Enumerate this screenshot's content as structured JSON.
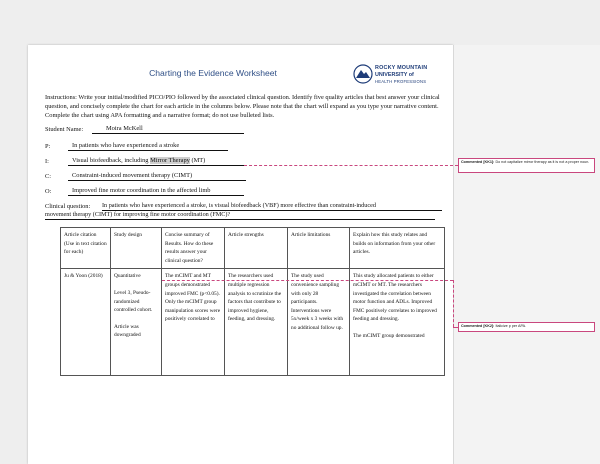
{
  "document": {
    "title": "Charting the Evidence Worksheet",
    "logo": {
      "line1": "ROCKY MOUNTAIN",
      "line2": "UNIVERSITY of",
      "line3": "HEALTH PROFESSIONS"
    },
    "instructions": "Instructions: Write your initial/modified PICO/PIO followed by the associated clinical question.  Identify five quality articles that best answer your clinical question, and concisely complete the chart for each article in the columns below. Please note that the chart will expand as you type your narrative content.  Complete the chart using APA formatting and a narrative format; do not use bulleted lists.",
    "student_name_label": "Student Name:",
    "student_name": "Moira McKell",
    "pico": [
      {
        "label": "P:",
        "value": "In patients who have experienced a stroke"
      },
      {
        "label": "I:",
        "value_before": "Visual biofeedback, including ",
        "value_highlight": "Mirror Therapy",
        "value_after": " (MT)"
      },
      {
        "label": "C:",
        "value": "Constraint-induced movement therapy (CIMT)"
      },
      {
        "label": "O:",
        "value": "Improved fine motor coordination in the affected limb"
      }
    ],
    "clinical_question_label": "Clinical question:",
    "clinical_question_line1": "In patients who have experienced a stroke, is visual biofeedback (VBF) more effective than constraint-induced",
    "clinical_question_line2": "movement therapy (CIMT) for improving fine motor coordination (FMC)?"
  },
  "table": {
    "headers": [
      "Article citation  (Use in text citation for each)",
      "Study design",
      "Concise summary of Results. How do these results answer your clinical question?",
      "Article strengths",
      "Article limitations",
      "Explain how this study relates and builds on information from your other articles."
    ],
    "row": {
      "citation": "Ju & Yoon (2018)",
      "design": [
        "Quantitative",
        "Level 3, Pseudo-randomized controlled cohort.",
        "Article was downgraded"
      ],
      "summary": "The mCIMT and MT groups demonstrated improved FMC (p<0.05).  Only the mCIMT group manipulation scores were positively correlated to",
      "strengths": "The researchers used multiple regression analysis to scrutinize the factors that contribute to improved hygiene, feeding, and dressing.",
      "limitations": "The study used convenience sampling with only 28 participants. Interventions were 5x/week x 3 weeks with no additional follow up.",
      "relation": [
        "This study allocated patients to either mCIMT or MT. The researchers investigated the correlation between motor function and ADLs.  Improved FMC positively correlates to improved feeding and dressing.",
        "The mCIMT group demonstrated"
      ]
    }
  },
  "comments": [
    {
      "author": "Commented [KK1]:",
      "text": "Do not capitalize mirror therapy as it is not a proper noun."
    },
    {
      "author": "Commented [KK2]:",
      "text": "Italicize p per APA."
    }
  ]
}
